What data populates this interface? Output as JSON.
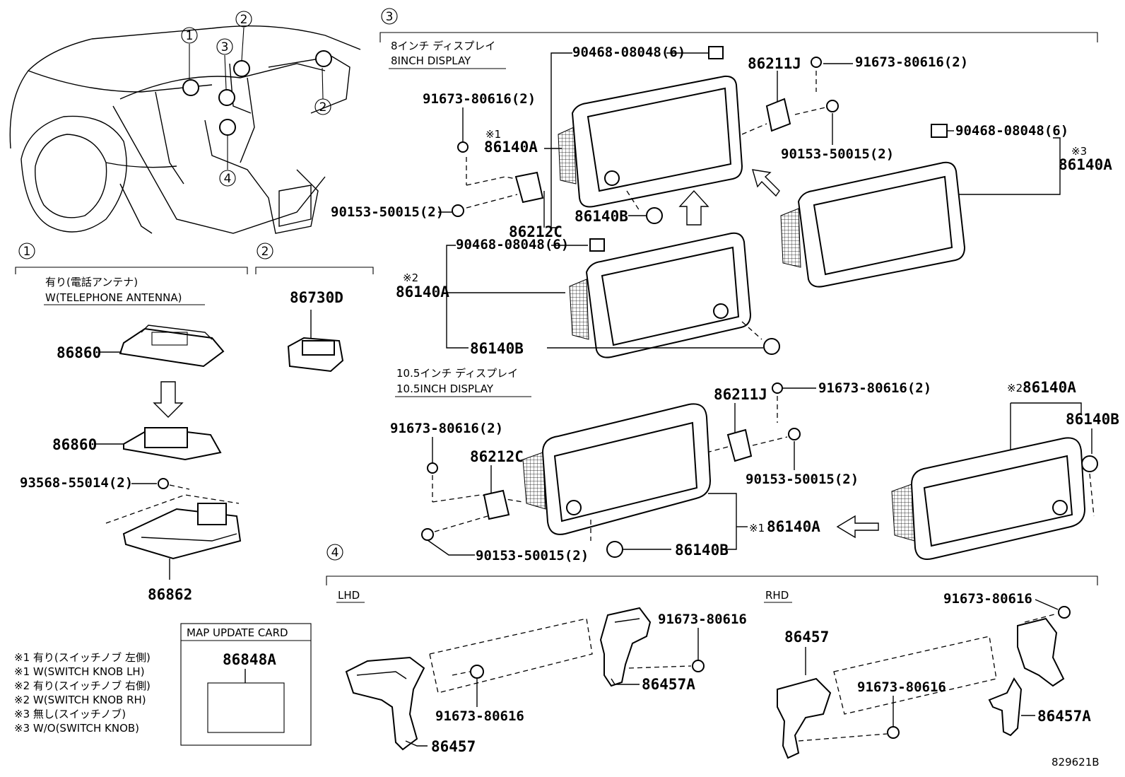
{
  "sections": {
    "s1": "1",
    "s2": "2",
    "s3": "3",
    "s4": "4"
  },
  "overview": {
    "callouts": [
      "1",
      "2",
      "3",
      "2",
      "4"
    ]
  },
  "section1": {
    "header_jp": "有り(電話アンテナ)",
    "header_en": "W(TELEPHONE ANTENNA)",
    "part_a": "86860",
    "part_b": "86860",
    "bolt": "93568-55014(2)",
    "bracket": "86862"
  },
  "section2": {
    "part": "86730D"
  },
  "map_card": {
    "title": "MAP UPDATE CARD",
    "part": "86848A"
  },
  "section3": {
    "header8_jp": "8インチ ディスプレイ",
    "header8_en": "8INCH DISPLAY",
    "header10_jp": "10.5インチ ディスプレイ",
    "header10_en": "10.5INCH DISPLAY",
    "clip_top": "90468-08048(6)",
    "bracket_j_top": "86211J",
    "bolt_top_right": "91673-80616(2)",
    "bolt_left": "91673-80616(2)",
    "mark1_top": "※1",
    "disp_a_top": "86140A",
    "screw_right": "90153-50015(2)",
    "clip_right": "90468-08048(6)",
    "mark3": "※3",
    "disp_a_right": "86140A",
    "screw_left": "90153-50015(2)",
    "bracket_c_top": "86212C",
    "knob_top": "86140B",
    "clip_mid": "90468-08048(6)",
    "mark2_mid": "※2",
    "disp_a_mid": "86140A",
    "knob_mid": "86140B",
    "bracket_j_10": "86211J",
    "bolt_10_right": "91673-80616(2)",
    "mark2_10": "※2",
    "disp_a_10r": "86140A",
    "knob_10r": "86140B",
    "bolt_10_left": "91673-80616(2)",
    "bracket_c_10": "86212C",
    "screw_10_right": "90153-50015(2)",
    "mark1_10": "※1",
    "disp_a_10": "86140A",
    "screw_10_left": "90153-50015(2)",
    "knob_10": "86140B"
  },
  "section4": {
    "lhd": "LHD",
    "rhd": "RHD",
    "lhd_bolt_top": "91673-80616",
    "lhd_bracket_a": "86457A",
    "lhd_bolt_bottom": "91673-80616",
    "lhd_bracket": "86457",
    "rhd_bolt_top": "91673-80616",
    "rhd_bracket": "86457",
    "rhd_bolt_mid": "91673-80616",
    "rhd_bracket_a": "86457A"
  },
  "notes": [
    "※1 有り(スイッチノブ 左側)",
    "※1 W(SWITCH KNOB LH)",
    "※2 有り(スイッチノブ 右側)",
    "※2 W(SWITCH KNOB RH)",
    "※3 無し(スイッチノブ)",
    "※3 W/O(SWITCH KNOB)"
  ],
  "diagram_id": "829621B"
}
